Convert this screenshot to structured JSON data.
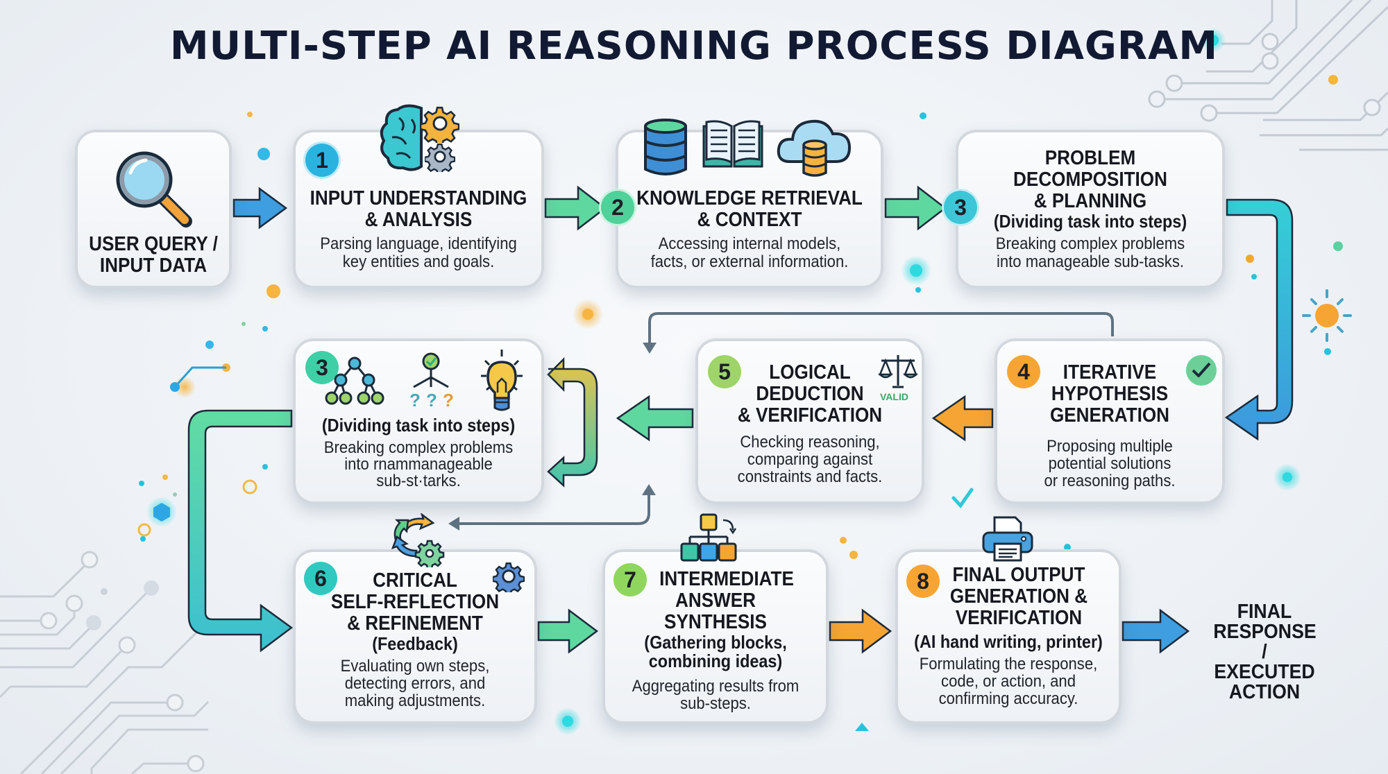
{
  "title": "MULTI-STEP AI REASONING PROCESS DIAGRAM",
  "input_node": {
    "label_line1": "USER QUERY /",
    "label_line2": "INPUT DATA",
    "icon": "magnifying-glass-icon"
  },
  "steps": [
    {
      "number": "1",
      "title_lines": [
        "INPUT UNDERSTANDING",
        "& ANALYSIS"
      ],
      "subtitle": "",
      "description_lines": [
        "Parsing language, identifying",
        "key entities and goals."
      ],
      "icons": [
        "brain-icon",
        "gear-icon"
      ],
      "badge_color": "#2bb3e0"
    },
    {
      "number": "2",
      "title_lines": [
        "KNOWLEDGE RETRIEVAL",
        "& CONTEXT"
      ],
      "subtitle": "",
      "description_lines": [
        "Accessing internal models,",
        "facts, or external information."
      ],
      "icons": [
        "database-icon",
        "book-icon",
        "cloud-database-icon"
      ],
      "badge_color": "#4fd19a"
    },
    {
      "number": "3",
      "title_lines": [
        "PROBLEM",
        "DECOMPOSITION",
        "& PLANNING"
      ],
      "subtitle": "(Dividing task into steps)",
      "description_lines": [
        "Breaking complex problems",
        "into manageable sub-tasks."
      ],
      "icons": [],
      "badge_color": "#3cc6d8"
    },
    {
      "number": "3",
      "title_lines": [],
      "subtitle": "(Dividing task into steps)",
      "description_lines": [
        "Breaking complex problems",
        "into rnammanageable",
        "sub-st·tarks."
      ],
      "icons": [
        "tree-hierarchy-icon",
        "decision-branch-icon",
        "lightbulb-icon"
      ],
      "badge_color": "#3ecfa6"
    },
    {
      "number": "4",
      "title_lines": [
        "ITERATIVE",
        "HYPOTHESIS",
        "GENERATION"
      ],
      "subtitle": "",
      "description_lines": [
        "Proposing multiple",
        "potential solutions",
        "or reasoning paths."
      ],
      "icons": [
        "checkmark-circle-icon"
      ],
      "badge_color": "#f6a534"
    },
    {
      "number": "5",
      "title_lines": [
        "LOGICAL",
        "DEDUCTION",
        "& VERIFICATION"
      ],
      "subtitle": "",
      "description_lines": [
        "Checking reasoning,",
        "comparing against",
        "constraints and facts."
      ],
      "icons": [
        "balance-scale-icon"
      ],
      "badge_color": "#9ed46a",
      "tag": "VALID"
    },
    {
      "number": "6",
      "title_lines": [
        "CRITICAL",
        "SELF-REFLECTION",
        "& REFINEMENT"
      ],
      "subtitle": "(Feedback)",
      "description_lines": [
        "Evaluating own steps,",
        "detecting errors, and",
        "making adjustments."
      ],
      "icons": [
        "refresh-cycle-icon",
        "gear-icon"
      ],
      "badge_color": "#2fc9c0"
    },
    {
      "number": "7",
      "title_lines": [
        "INTERMEDIATE",
        "ANSWER",
        "SYNTHESIS"
      ],
      "subtitle": "(Gathering blocks,\ncombining ideas)",
      "subtitle_lines": [
        "(Gathering blocks,",
        "combining ideas)"
      ],
      "description_lines": [
        "Aggregating results from",
        "sub-steps."
      ],
      "icons": [
        "blocks-hierarchy-icon"
      ],
      "badge_color": "#8fd65e"
    },
    {
      "number": "8",
      "title_lines": [
        "FINAL OUTPUT",
        "GENERATION &",
        "VERIFICATION"
      ],
      "subtitle": "(AI hand writing, printer)",
      "description_lines": [
        "Formulating the response,",
        "code, or action, and",
        "confirming accuracy."
      ],
      "icons": [
        "printer-icon"
      ],
      "badge_color": "#f6a534"
    }
  ],
  "output_node": {
    "label_lines": [
      "FINAL",
      "RESPONSE /",
      "EXECUTED",
      "ACTION"
    ]
  },
  "colors": {
    "title": "#121a33",
    "arrow_blue": "#3e9ee0",
    "arrow_green": "#5fd8a0",
    "arrow_teal": "#35c7d6",
    "arrow_orange": "#f6a534",
    "arrow_yellow": "#e9c24a",
    "feedback_line": "#5f7282",
    "circuit": "#c3cad2"
  }
}
